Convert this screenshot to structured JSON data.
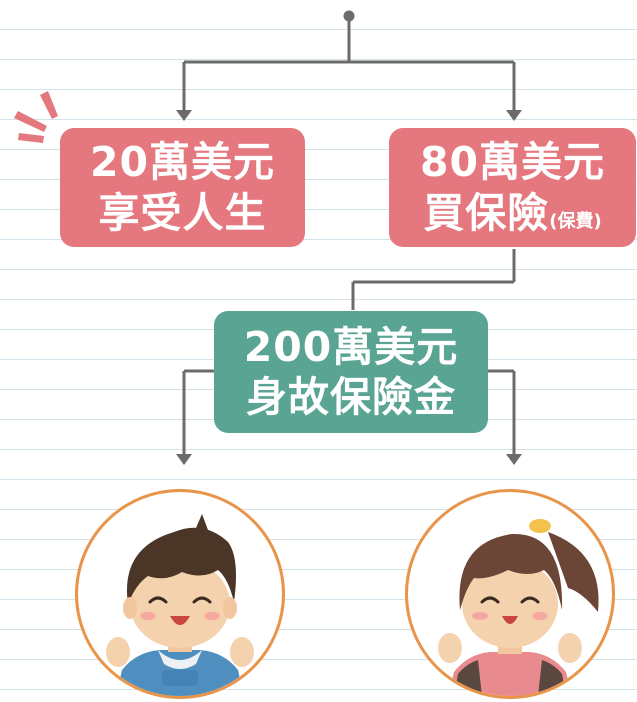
{
  "boxes": {
    "enjoy": {
      "amount": "20萬美元",
      "label": "享受人生"
    },
    "insurance": {
      "amount": "80萬美元",
      "label": "買保險",
      "note": "(保費)"
    },
    "benefit": {
      "amount": "200萬美元",
      "label": "身故保險金"
    }
  },
  "colors": {
    "pink_box": "#e5787f",
    "teal_box": "#5aa493",
    "connector": "#6b6b6b",
    "avatar_ring": "#e8954a",
    "burst": "#e5787f"
  },
  "children": [
    {
      "name": "boy-avatar",
      "icon": "boy-icon"
    },
    {
      "name": "girl-avatar",
      "icon": "girl-icon"
    }
  ]
}
